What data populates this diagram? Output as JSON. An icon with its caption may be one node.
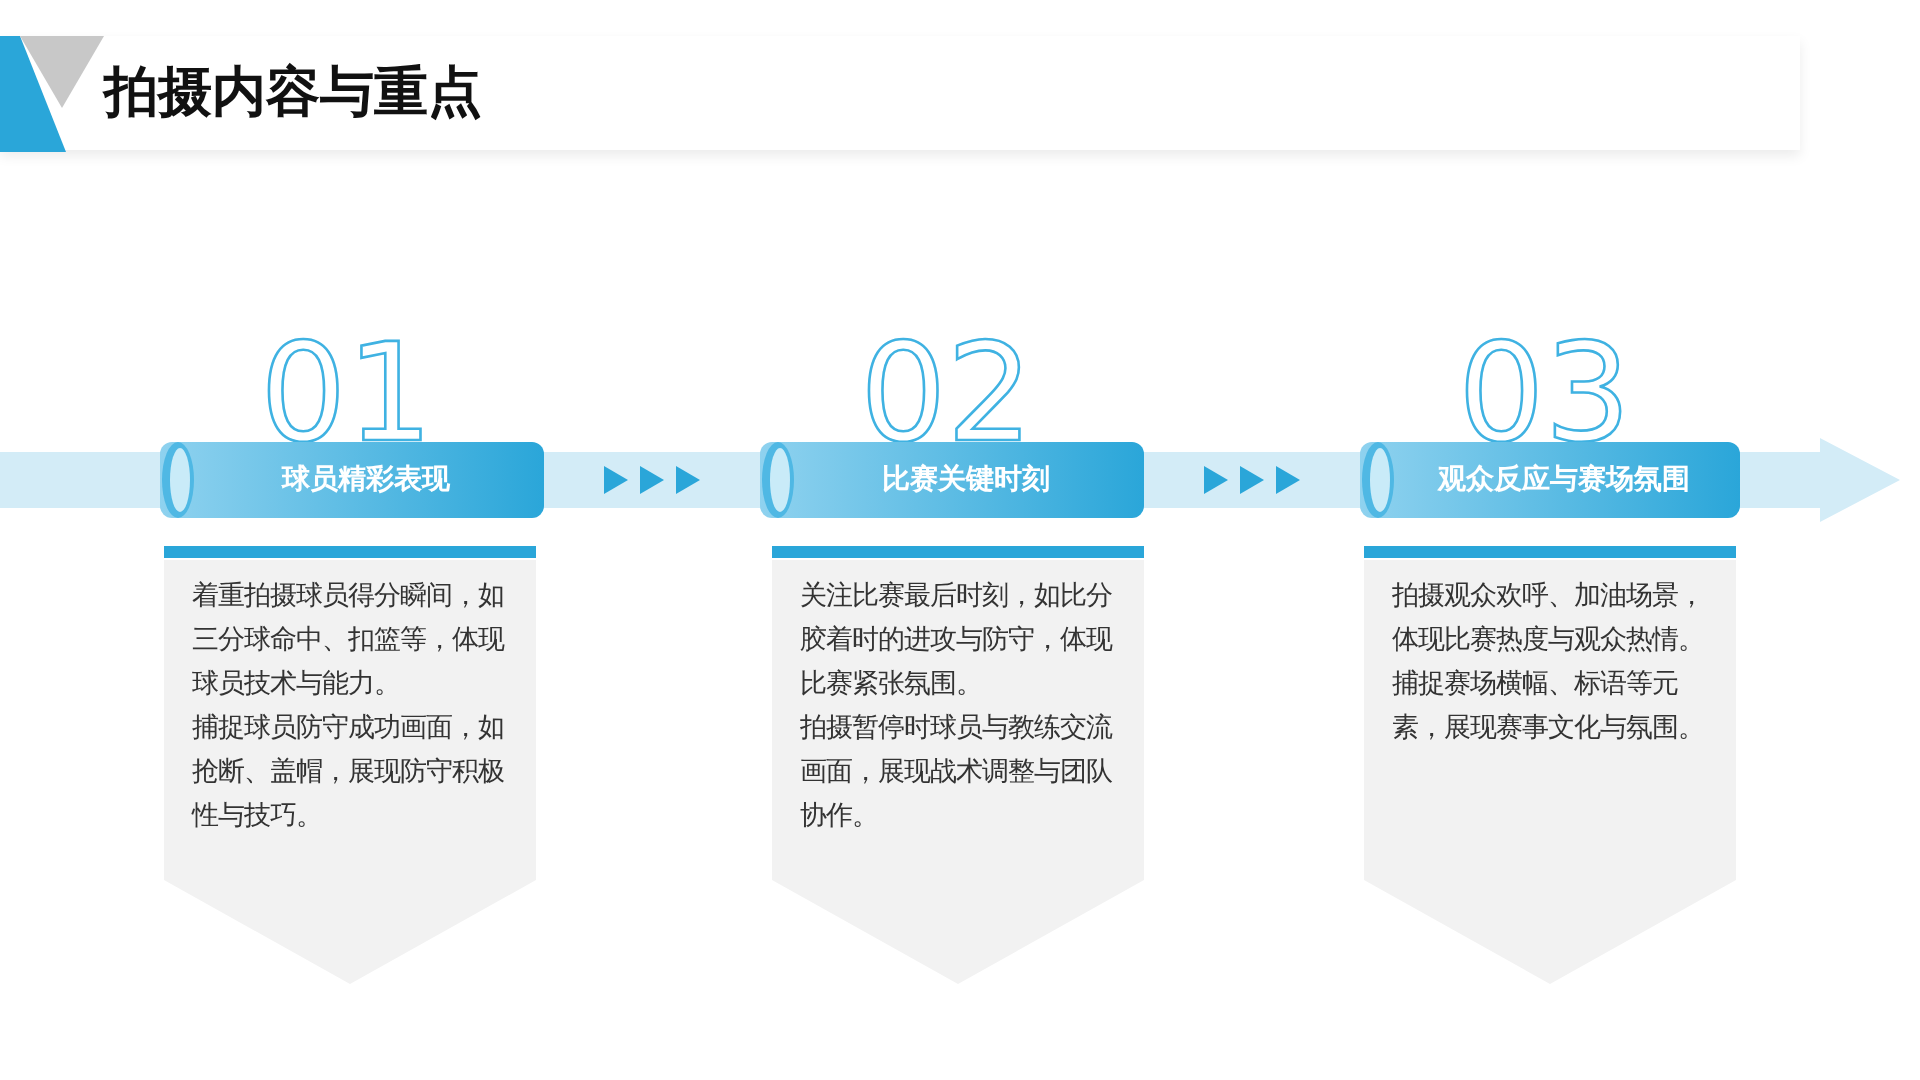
{
  "diagram": {
    "title": "拍摄内容与重点",
    "nodes": [
      {
        "text": [
          "球员精彩表现"
        ],
        "beside": [
          "01"
        ]
      },
      {
        "text": [
          "着重拍摄球员得分瞬间，如三分球命中、扣篮等，体现球员技术与能力。",
          "捕捉球员防守成功画面，如抢断、盖帽，展现防守积极性与技巧。"
        ]
      },
      {
        "text": [
          "比赛关键时刻"
        ],
        "beside": [
          "02"
        ]
      },
      {
        "text": [
          "关注比赛最后时刻，如比分胶着时的进攻与防守，体现比赛紧张氛围。",
          "拍摄暂停时球员与教练交流画面，展现战术调整与团队协作。"
        ]
      },
      {
        "text": [
          "观众反应与赛场氛围"
        ],
        "beside": [
          "03"
        ]
      },
      {
        "text": [
          "拍摄观众欢呼、加油场景，体现比赛热度与观众热情。",
          "捕捉赛场横幅、标语等元素，展现赛事文化与氛围。"
        ]
      }
    ],
    "edges": [
      {
        "from": 0,
        "to": 2,
        "arrow": "to"
      },
      {
        "from": 2,
        "to": 4,
        "arrow": "to"
      },
      {
        "from": 4,
        "to": null,
        "arrow": "to"
      }
    ]
  }
}
